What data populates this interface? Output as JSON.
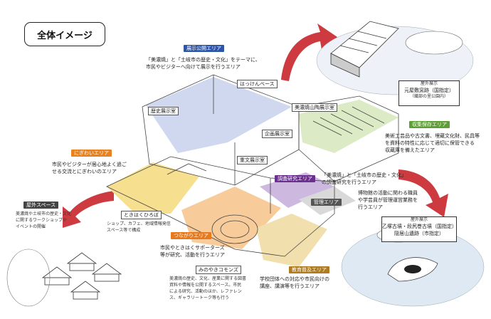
{
  "title": "全体イメージ",
  "colors": {
    "exhibit": "#2f56a6",
    "collection": "#5e9e34",
    "research": "#6a2f8f",
    "management": "#555555",
    "education": "#b07a1e",
    "tsunagari": "#e87a1e",
    "nigiwai": "#e8821e",
    "outdoor": "#444444",
    "arrow": "#c8262c"
  },
  "areas": {
    "exhibit": {
      "tag": "展示公開エリア",
      "desc_1": "「美濃焼」と「土岐市の歴史・文化」をテーマに、",
      "desc_2": "市民やビジターへ向けて展示を行うエリア"
    },
    "collection": {
      "tag": "収集保存エリア",
      "desc_1": "美術工芸品や古文書、埋蔵文化財、民具等",
      "desc_2": "を資料の特性に応じて適切に保管できる",
      "desc_3": "収蔵庫を備えたエリア"
    },
    "research": {
      "tag": "調査研究エリア",
      "desc_1": "「美濃焼」と「土岐市の歴史・文化」",
      "desc_2": "の調査研究を行うエリア"
    },
    "management": {
      "tag": "管理エリア",
      "desc_1": "博物館の活動に関わる職員",
      "desc_2": "や学芸員が管理運営業務を",
      "desc_3": "行うエリア"
    },
    "education": {
      "tag": "教育普及エリア",
      "desc_1": "学校団体への対応や市民向けの",
      "desc_2": "講座、講演等を行うエリア"
    },
    "tsunagari": {
      "tag": "つながりエリア",
      "desc_1": "市民やときはくサポーターズ",
      "desc_2": "等が研究、活動を行うエリア"
    },
    "nigiwai": {
      "tag": "にぎわいエリア",
      "desc_1": "市民やビジターが居心地よく過ご",
      "desc_2": "せる交流とにぎわいのエリア"
    },
    "outdoor_space": {
      "tag": "屋外スペース",
      "desc_1": "美濃焼や土岐市の歴史・文化",
      "desc_2": "に関するワークショップや",
      "desc_3": "イベントの開催"
    }
  },
  "rooms": {
    "hakken": "はっけんベース",
    "rekishi": "歴史展示室",
    "minoyaki": "美濃焼山陶展示室",
    "kikaku": "企画展示室",
    "jubun": "重文展示室"
  },
  "spaces": {
    "tokiwaku": {
      "label": "ときはくひろば",
      "desc_1": "ショップ、カフェ、地域情報発信",
      "desc_2": "スペース等で構成"
    },
    "minoyaki_commons": {
      "label": "みのやきコモンズ",
      "desc_1": "美濃焼の歴史、文化、産業に関する図書",
      "desc_2": "資料や情報を公開するスペース。市民",
      "desc_3": "による研究、活動のほか、レファレン",
      "desc_4": "ス、ギャラリートーク等も行う"
    }
  },
  "outdoor_exhibits": {
    "top": {
      "caption": "屋外展示",
      "name": "元屋敷窯跡（国指定）",
      "note": "（織部の里公園内）"
    },
    "bottom": {
      "caption": "屋外展示",
      "name_1": "乙塚古墳・段尻巻古墳（国指定）",
      "name_2": "隠居山遺跡（市指定）"
    }
  }
}
